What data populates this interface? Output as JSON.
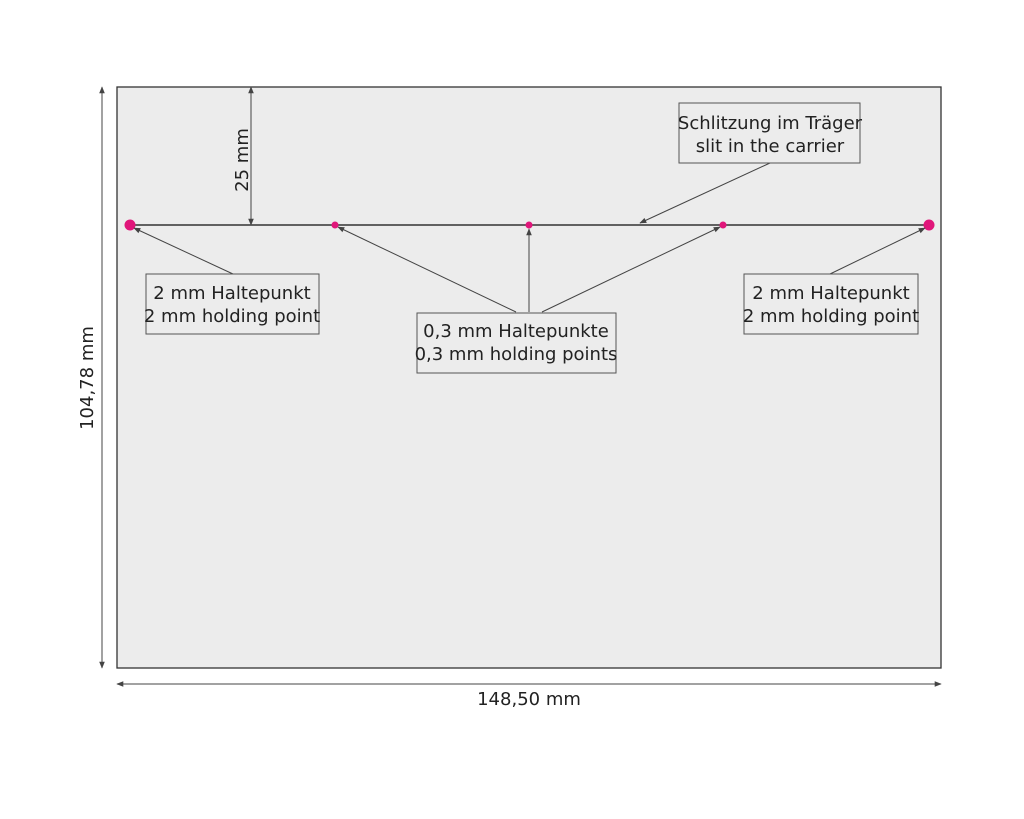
{
  "colors": {
    "carrier_fill": "#ececec",
    "outline": "#333333",
    "holding_point": "#e0167a",
    "line": "#444444",
    "background": "#ffffff"
  },
  "dimensions": {
    "width": "148,50 mm",
    "height": "104,78 mm",
    "slit_offset": "25 mm"
  },
  "labels": {
    "slit": {
      "de": "Schlitzung im Träger",
      "en": "slit in the carrier"
    },
    "left_point": {
      "de": "2 mm Haltepunkt",
      "en": "2 mm holding point"
    },
    "small_points": {
      "de": "0,3 mm Haltepunkte",
      "en": "0,3 mm holding points"
    },
    "right_point": {
      "de": "2 mm Haltepunkt",
      "en": "2 mm holding point"
    }
  },
  "holding_points": [
    {
      "size": "2 mm",
      "type": "large"
    },
    {
      "size": "0,3 mm",
      "type": "small"
    },
    {
      "size": "0,3 mm",
      "type": "small"
    },
    {
      "size": "0,3 mm",
      "type": "small"
    },
    {
      "size": "2 mm",
      "type": "large"
    }
  ]
}
